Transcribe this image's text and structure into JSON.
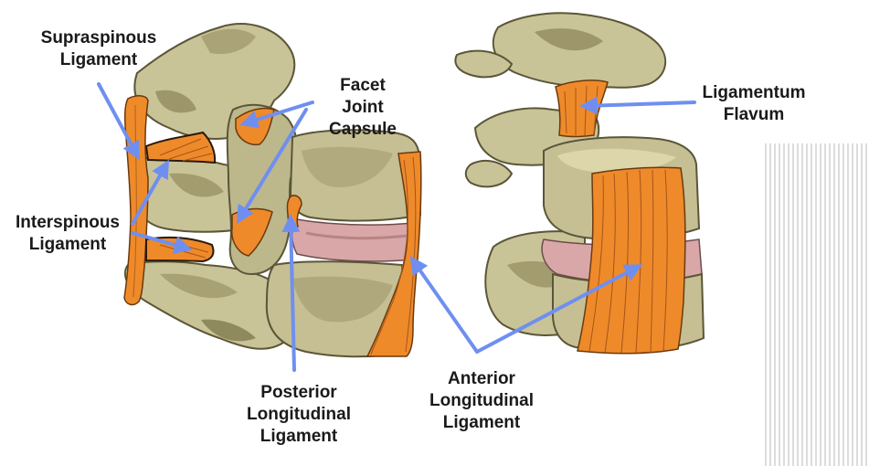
{
  "colors": {
    "bone": "#cbc59a",
    "bone_shadow": "#7a7553",
    "bone_dark": "#3f3b27",
    "ligament": "#ef8a2a",
    "ligament_line": "#8a4a12",
    "disc": "#d9a7a8",
    "arrow": "#6f8ff0"
  },
  "labels": {
    "supraspinous": [
      "Supraspinous",
      "Ligament"
    ],
    "interspinous": [
      "Interspinous",
      "Ligament"
    ],
    "facet": [
      "Facet",
      "Joint",
      "Capsule"
    ],
    "posterior_longitudinal": [
      "Posterior",
      "Longitudinal",
      "Ligament"
    ],
    "anterior_longitudinal": [
      "Anterior",
      "Longitudinal",
      "Ligament"
    ],
    "ligamentum_flavum": [
      "Ligamentum",
      "Flavum"
    ]
  }
}
